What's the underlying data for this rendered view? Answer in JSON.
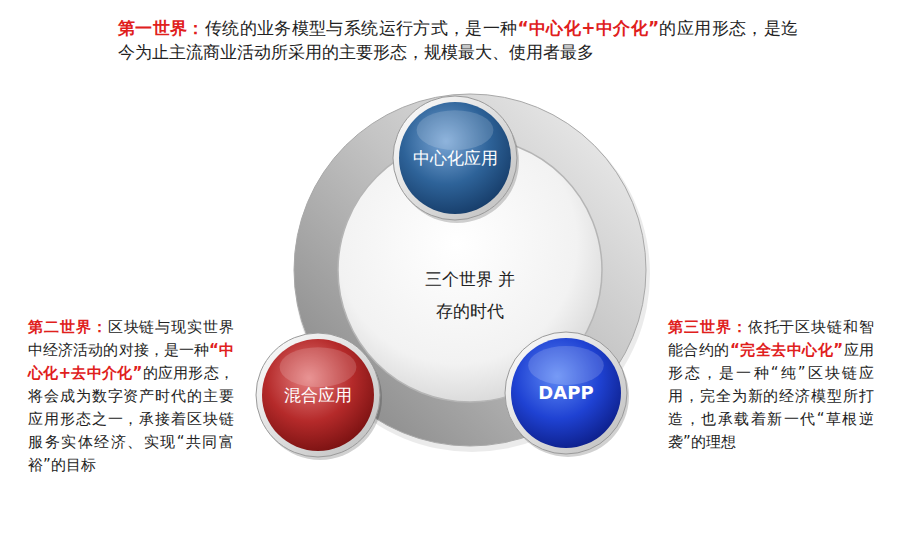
{
  "diagram": {
    "nodes": [
      {
        "text": [
          "中心化应用"
        ]
      },
      {
        "text": [
          "三个世界 并存的时代"
        ]
      },
      {
        "text": [
          "混合应用"
        ]
      },
      {
        "text": [
          "DAPP"
        ]
      }
    ],
    "labels": [
      "第一世界：",
      "传统的业务模型与系统运行方式，是一种“中心化+中介化”的应用形态，是迄今为止主流商业活动所采用的主要形态，规模最大、使用者最多",
      "第二世界：",
      "区块链与现实世界中经济活动的对接，是一种“中心化+去中介化”的应用形态，将会成为数字资产时代的主要应用形态之一，承接着区块链服务实体经济、实现“共同富裕”的目标",
      "第三世界：",
      "依托于区块链和智能合约的“完全去中心化”应用形态，是一种“纯”区块链应用，完全为新的经济模型所打造，也承载着新一代“草根逆袭”的理想"
    ]
  }
}
